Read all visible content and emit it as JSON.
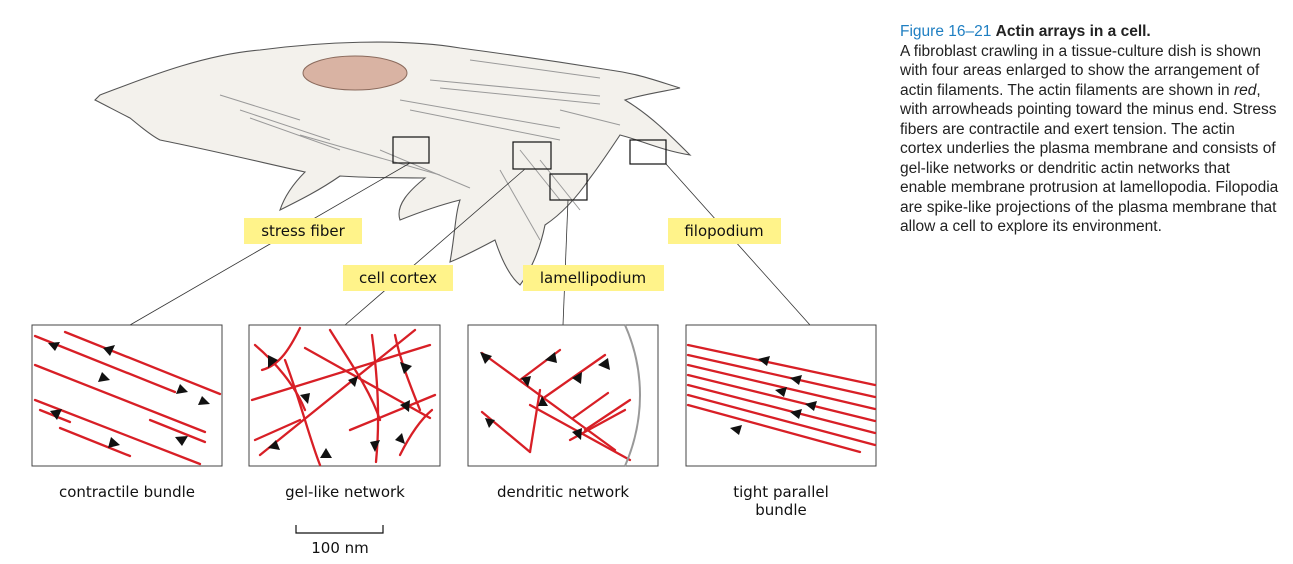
{
  "caption": {
    "number": "Figure 16–21",
    "title": "Actin arrays in a cell.",
    "body_1": "A fibroblast crawling in a tissue-culture dish is shown with four areas enlarged to show the arrangement of actin filaments. The actin filaments are shown in ",
    "body_em": "red",
    "body_2": ", with arrowheads pointing toward the minus end. Stress fibers are contractile and exert tension. The actin cortex underlies the plasma membrane and consists of gel-like networks or dendritic actin networks that enable membrane protrusion at lamellopodia. Filopodia are spike-like projections of the plasma membrane that allow a cell to explore its environment."
  },
  "region_labels": {
    "stress_fiber": "stress fiber",
    "cell_cortex": "cell cortex",
    "lamellipodium": "lamellipodium",
    "filopodium": "filopodium"
  },
  "panels": {
    "contractile": "contractile bundle",
    "gel": "gel-like network",
    "dendritic": "dendritic network",
    "parallel_1": "tight parallel",
    "parallel_2": "bundle"
  },
  "scale_bar": "100 nm",
  "colors": {
    "filament": "#d81f26",
    "tag": "#fff38a",
    "caption_accent": "#1f7fc2"
  }
}
